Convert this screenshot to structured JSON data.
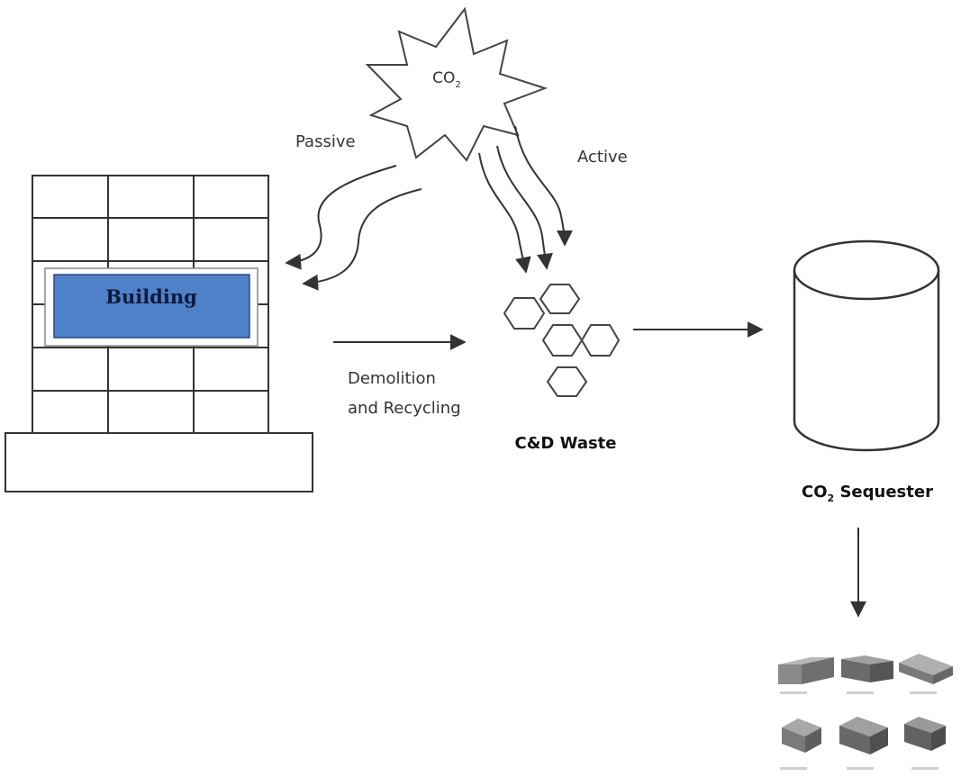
{
  "labels": {
    "co2_star_main": "CO",
    "co2_star_sub": "2",
    "passive": "Passive",
    "active": "Active",
    "building": "Building",
    "demolition_line1": "Demolition",
    "demolition_line2": "and Recycling",
    "cd_waste": "C&D Waste",
    "sequester_main": "CO",
    "sequester_sub": "2",
    "sequester_rest": " Sequester"
  },
  "colors": {
    "building_panel": "#4f81c9",
    "line": "#333333",
    "brick_top": "#a8a8a8",
    "brick_side": "#6f6f6f"
  },
  "icons": {
    "cd_waste": "hexagon-aggregate-icon",
    "sequester": "cylinder-icon",
    "products": "concrete-block-icon"
  }
}
